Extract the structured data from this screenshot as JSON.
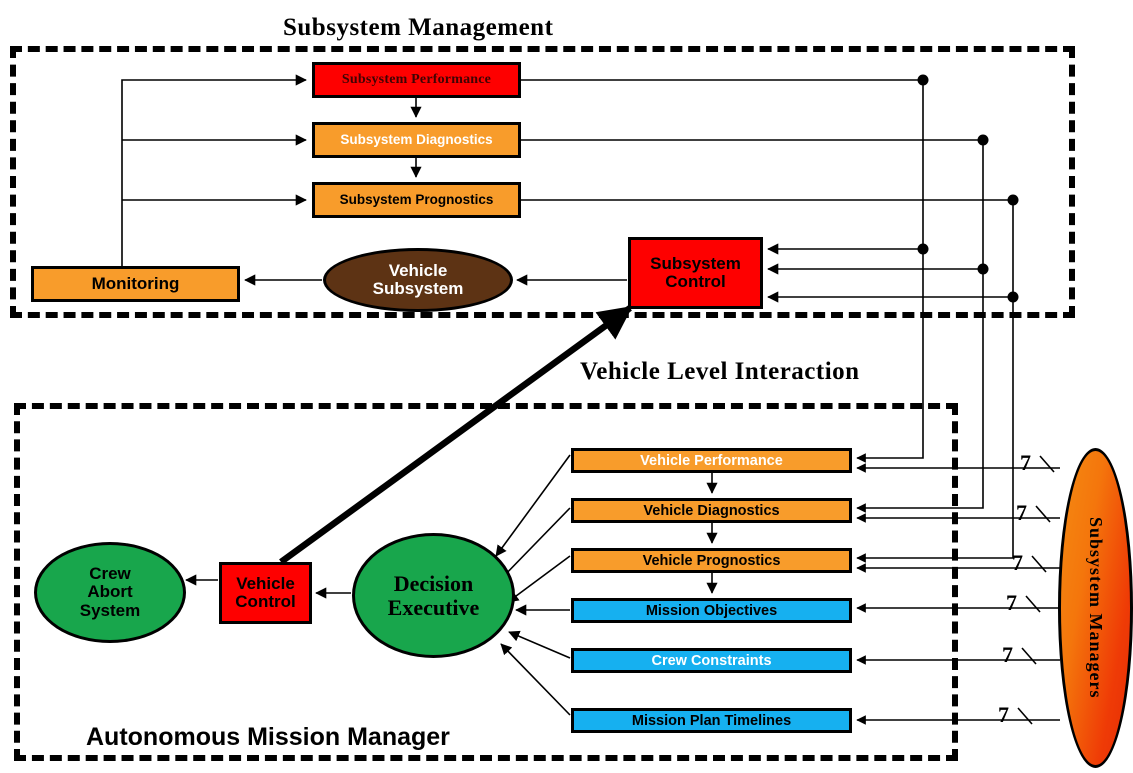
{
  "diagram": {
    "titles": {
      "subsystem_management": "Subsystem Management",
      "vehicle_level_interaction": "Vehicle Level Interaction",
      "autonomous_mission_manager": "Autonomous Mission Manager"
    },
    "colors": {
      "red": "#FE0000",
      "orange": "#F89C2B",
      "cyan": "#16B0F0",
      "green": "#18A64C",
      "brown": "#5D3314",
      "ellipse_gradient_start": "#F58A12",
      "ellipse_gradient_end": "#E52D04",
      "line": "#000000"
    },
    "subsystem_management": {
      "nodes": [
        {
          "id": "subsystem-performance",
          "label": "Subsystem Performance",
          "shape": "rect",
          "fill": "#FE0000",
          "text_color": "#3F0404"
        },
        {
          "id": "subsystem-diagnostics",
          "label": "Subsystem  Diagnostics",
          "shape": "rect",
          "fill": "#F89C2B",
          "text_color": "#FFFFFF"
        },
        {
          "id": "subsystem-prognostics",
          "label": "Subsystem  Prognostics",
          "shape": "rect",
          "fill": "#F89C2B",
          "text_color": "#000000"
        },
        {
          "id": "monitoring",
          "label": "Monitoring",
          "shape": "rect",
          "fill": "#F89C2B",
          "text_color": "#000000"
        },
        {
          "id": "subsystem-control",
          "label_line1": "Subsystem",
          "label_line2": "Control",
          "shape": "rect",
          "fill": "#FE0000",
          "text_color": "#000000"
        },
        {
          "id": "vehicle-subsystem",
          "label_line1": "Vehicle",
          "label_line2": "Subsystem",
          "shape": "ellipse",
          "fill": "#5D3314",
          "text_color": "#FFFFFF"
        }
      ]
    },
    "mission_manager": {
      "nodes": [
        {
          "id": "crew-abort-system",
          "label_line1": "Crew",
          "label_line2": "Abort",
          "label_line3": "System",
          "shape": "ellipse",
          "fill": "#18A64C",
          "text_color": "#000000"
        },
        {
          "id": "vehicle-control",
          "label_line1": "Vehicle",
          "label_line2": "Control",
          "shape": "rect",
          "fill": "#FE0000",
          "text_color": "#000000"
        },
        {
          "id": "decision-executive",
          "label_line1": "Decision",
          "label_line2": "Executive",
          "shape": "ellipse",
          "fill": "#18A64C",
          "text_color": "#000000"
        }
      ],
      "bars": [
        {
          "id": "vehicle-performance",
          "label": "Vehicle Performance",
          "fill": "#F89C2B",
          "text_color": "#FFFFFF"
        },
        {
          "id": "vehicle-diagnostics",
          "label": "Vehicle Diagnostics",
          "fill": "#F89C2B",
          "text_color": "#000000"
        },
        {
          "id": "vehicle-prognostics",
          "label": "Vehicle Prognostics",
          "fill": "#F89C2B",
          "text_color": "#000000"
        },
        {
          "id": "mission-objectives",
          "label": "Mission  Objectives",
          "fill": "#16B0F0",
          "text_color": "#000000"
        },
        {
          "id": "crew-constraints",
          "label": "Crew Constraints",
          "fill": "#16B0F0",
          "text_color": "#FFFFFF"
        },
        {
          "id": "mission-plan-timelines",
          "label": "Mission  Plan  Timelines",
          "fill": "#16B0F0",
          "text_color": "#000000"
        }
      ]
    },
    "subsystem_managers": {
      "label": "Subsystem Managers",
      "shape": "ellipse",
      "multiplicity": "7",
      "multiplicity_labels": [
        "7",
        "7",
        "7",
        "7",
        "7",
        "7"
      ]
    }
  }
}
